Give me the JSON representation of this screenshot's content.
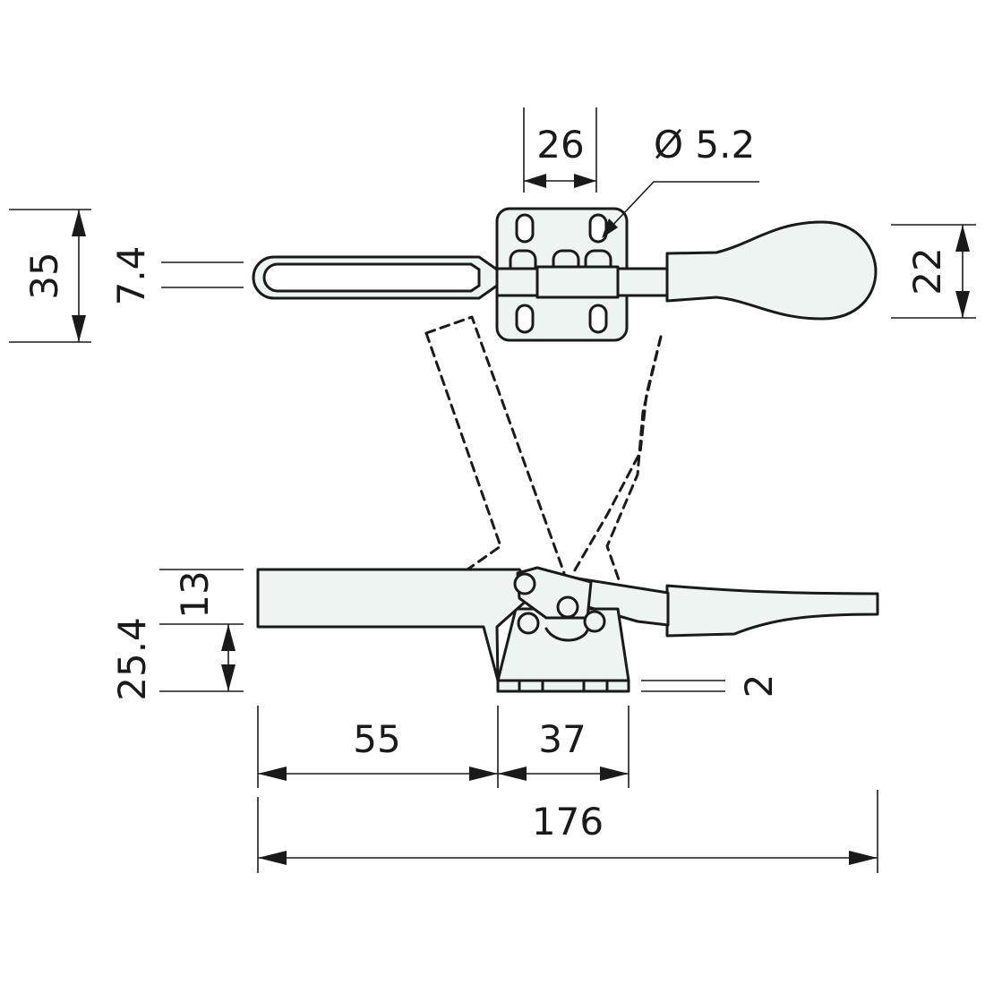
{
  "dimensions": {
    "width_26": "26",
    "hole_dia": "Ø 5.2",
    "height_35": "35",
    "thick_7_4": "7.4",
    "knob_22": "22",
    "height_13": "13",
    "height_25_4": "25.4",
    "base_2": "2",
    "length_55": "55",
    "length_37": "37",
    "length_176": "176"
  },
  "colors": {
    "part_fill": "#edf4f2",
    "line": "#1a1a1a"
  }
}
